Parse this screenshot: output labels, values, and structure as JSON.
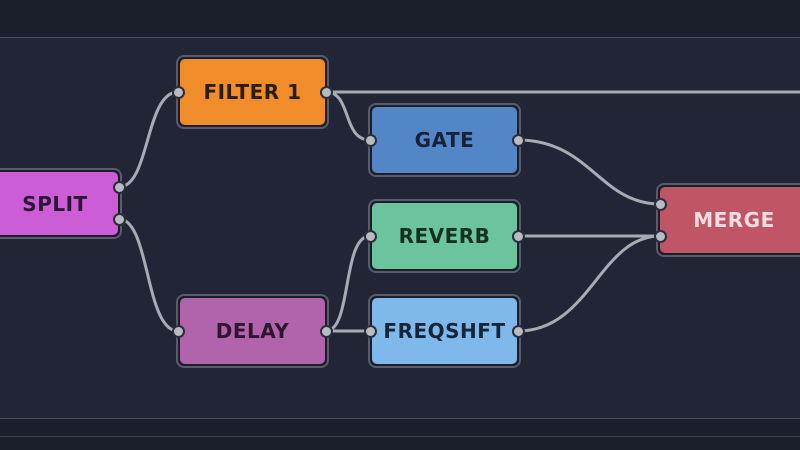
{
  "nodes": {
    "split": {
      "label": "SPLIT",
      "color": "#cc5dd6",
      "text_color": "#2a1733"
    },
    "filter1": {
      "label": "FILTER 1",
      "color": "#f08c2a",
      "text_color": "#2a1d10"
    },
    "gate": {
      "label": "GATE",
      "color": "#5286c6",
      "text_color": "#15223a"
    },
    "reverb": {
      "label": "REVERB",
      "color": "#6cc49e",
      "text_color": "#15301f"
    },
    "delay": {
      "label": "DELAY",
      "color": "#b163ab",
      "text_color": "#2e1530"
    },
    "freqshft": {
      "label": "FREQSHFT",
      "color": "#7fb8ea",
      "text_color": "#15253a"
    },
    "merge": {
      "label": "MERGE",
      "color": "#c05565",
      "text_color": "#f4dde2"
    }
  },
  "wire_color": "#a9abb3",
  "port_color": "#b9bbc3"
}
